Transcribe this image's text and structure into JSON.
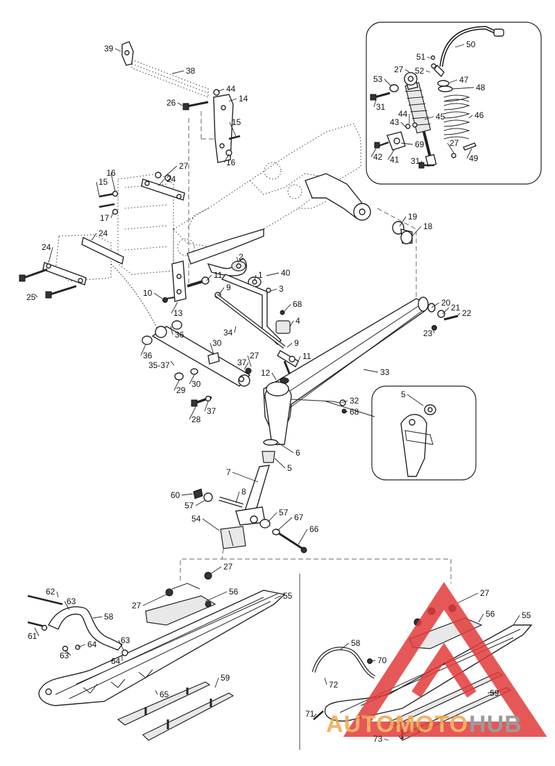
{
  "callouts": [
    {
      "id": "c39",
      "text": "39"
    },
    {
      "id": "c38",
      "text": "38"
    },
    {
      "id": "c44a",
      "text": "44"
    },
    {
      "id": "c26",
      "text": "26"
    },
    {
      "id": "c14",
      "text": "14"
    },
    {
      "id": "c15a",
      "text": "15"
    },
    {
      "id": "c16a",
      "text": "16"
    },
    {
      "id": "c27a",
      "text": "27"
    },
    {
      "id": "c16b",
      "text": "16"
    },
    {
      "id": "c24a",
      "text": "24"
    },
    {
      "id": "c15b",
      "text": "15"
    },
    {
      "id": "c17",
      "text": "17"
    },
    {
      "id": "c24b",
      "text": "24"
    },
    {
      "id": "c24c",
      "text": "24"
    },
    {
      "id": "c25",
      "text": "25"
    },
    {
      "id": "c2",
      "text": "2"
    },
    {
      "id": "c1",
      "text": "1"
    },
    {
      "id": "c40",
      "text": "40"
    },
    {
      "id": "c3",
      "text": "3"
    },
    {
      "id": "c11a",
      "text": "11"
    },
    {
      "id": "c9a",
      "text": "9"
    },
    {
      "id": "c10",
      "text": "10"
    },
    {
      "id": "c13",
      "text": "13"
    },
    {
      "id": "c68a",
      "text": "68"
    },
    {
      "id": "c4",
      "text": "4"
    },
    {
      "id": "c34",
      "text": "34"
    },
    {
      "id": "c9b",
      "text": "9"
    },
    {
      "id": "c11b",
      "text": "11"
    },
    {
      "id": "c36a",
      "text": "36"
    },
    {
      "id": "c36b",
      "text": "36"
    },
    {
      "id": "c30a",
      "text": "30"
    },
    {
      "id": "c3537",
      "text": "35-37"
    },
    {
      "id": "c37a",
      "text": "37"
    },
    {
      "id": "c27b",
      "text": "27"
    },
    {
      "id": "c29",
      "text": "29"
    },
    {
      "id": "c30b",
      "text": "30"
    },
    {
      "id": "c28",
      "text": "28"
    },
    {
      "id": "c37b",
      "text": "37"
    },
    {
      "id": "c12",
      "text": "12"
    },
    {
      "id": "c33",
      "text": "33"
    },
    {
      "id": "c32",
      "text": "32"
    },
    {
      "id": "c68b",
      "text": "68"
    },
    {
      "id": "c20",
      "text": "20"
    },
    {
      "id": "c21",
      "text": "21"
    },
    {
      "id": "c22",
      "text": "22"
    },
    {
      "id": "c23",
      "text": "23"
    },
    {
      "id": "c19",
      "text": "19"
    },
    {
      "id": "c18",
      "text": "18"
    },
    {
      "id": "c50",
      "text": "50"
    },
    {
      "id": "c51",
      "text": "51"
    },
    {
      "id": "c27c",
      "text": "27"
    },
    {
      "id": "c52",
      "text": "52"
    },
    {
      "id": "c53",
      "text": "53"
    },
    {
      "id": "c47",
      "text": "47"
    },
    {
      "id": "c48",
      "text": "48"
    },
    {
      "id": "c31a",
      "text": "31"
    },
    {
      "id": "c45",
      "text": "45"
    },
    {
      "id": "c46",
      "text": "46"
    },
    {
      "id": "c44b",
      "text": "44"
    },
    {
      "id": "c43",
      "text": "43"
    },
    {
      "id": "c69",
      "text": "69"
    },
    {
      "id": "c42",
      "text": "42"
    },
    {
      "id": "c41",
      "text": "41"
    },
    {
      "id": "c31b",
      "text": "31"
    },
    {
      "id": "c27d",
      "text": "27"
    },
    {
      "id": "c49",
      "text": "49"
    },
    {
      "id": "c5a",
      "text": "5"
    },
    {
      "id": "c6",
      "text": "6"
    },
    {
      "id": "c5b",
      "text": "5"
    },
    {
      "id": "c7",
      "text": "7"
    },
    {
      "id": "c8",
      "text": "8"
    },
    {
      "id": "c60",
      "text": "60"
    },
    {
      "id": "c57a",
      "text": "57"
    },
    {
      "id": "c57b",
      "text": "57"
    },
    {
      "id": "c67",
      "text": "67"
    },
    {
      "id": "c54",
      "text": "54"
    },
    {
      "id": "c66",
      "text": "66"
    },
    {
      "id": "c27e",
      "text": "27"
    },
    {
      "id": "c62",
      "text": "62"
    },
    {
      "id": "c63a",
      "text": "63"
    },
    {
      "id": "c58a",
      "text": "58"
    },
    {
      "id": "c61",
      "text": "61"
    },
    {
      "id": "c63b",
      "text": "63"
    },
    {
      "id": "c64a",
      "text": "64"
    },
    {
      "id": "c63c",
      "text": "63"
    },
    {
      "id": "c64b",
      "text": "64"
    },
    {
      "id": "c27f",
      "text": "27"
    },
    {
      "id": "c56a",
      "text": "56"
    },
    {
      "id": "c55a",
      "text": "55"
    },
    {
      "id": "c65",
      "text": "65"
    },
    {
      "id": "c59a",
      "text": "59"
    },
    {
      "id": "c27g",
      "text": "27"
    },
    {
      "id": "c56b",
      "text": "56"
    },
    {
      "id": "c55b",
      "text": "55"
    },
    {
      "id": "c58b",
      "text": "58"
    },
    {
      "id": "c70",
      "text": "70"
    },
    {
      "id": "c72",
      "text": "72"
    },
    {
      "id": "c59b",
      "text": "59"
    },
    {
      "id": "c71",
      "text": "71"
    },
    {
      "id": "c73",
      "text": "73"
    }
  ],
  "watermark": {
    "text_a": "AUTOMOTO",
    "text_b": "HUB",
    "color_red": "#e23b3b",
    "color_orange": "#f3a54a",
    "color_gray": "#8a8a8a"
  }
}
